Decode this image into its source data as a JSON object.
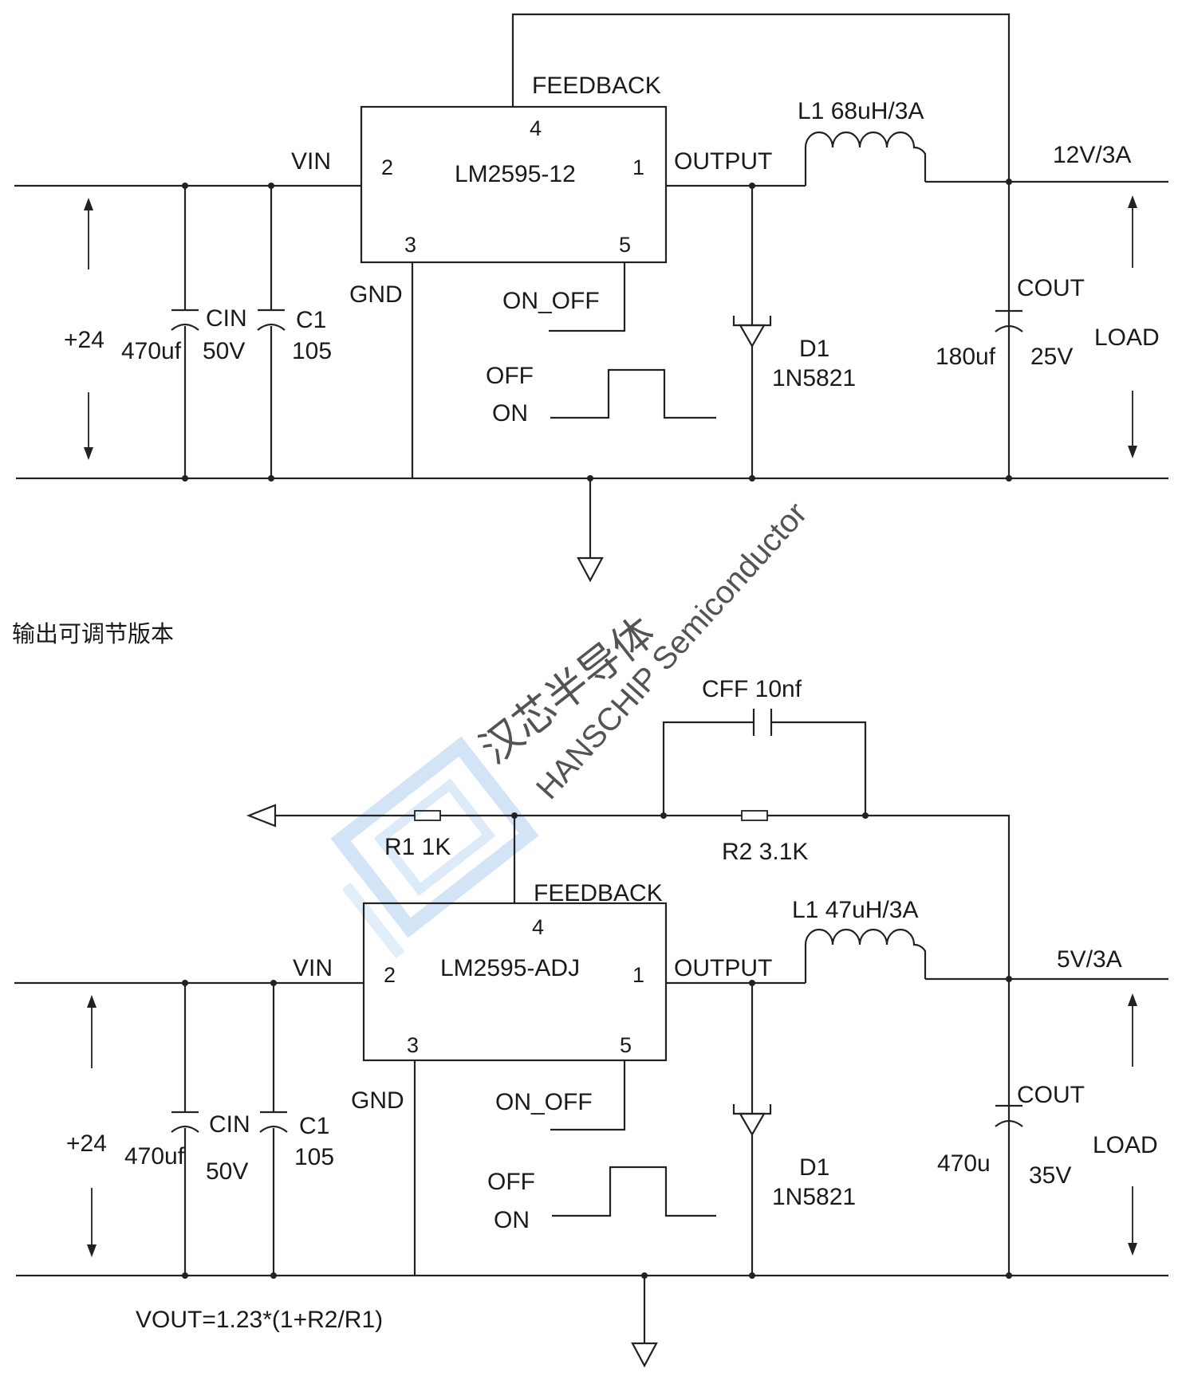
{
  "watermark": {
    "cn": "汉芯半导体",
    "en": "HANSCHIP Semiconductor"
  },
  "circuit1": {
    "chip": "LM2595-12",
    "feedback": "FEEDBACK",
    "vin": "VIN",
    "output": "OUTPUT",
    "gnd": "GND",
    "on_off": "ON_OFF",
    "off": "OFF",
    "on": "ON",
    "pin2": "2",
    "pin4": "4",
    "pin1": "1",
    "pin3": "3",
    "pin5": "5",
    "input_voltage": "+24",
    "cin_name": "CIN",
    "cin_value": "470uf",
    "cin_voltage": "50V",
    "c1_name": "C1",
    "c1_value": "105",
    "inductor": "L1  68uH/3A",
    "out_voltage": "12V/3A",
    "diode_name": "D1",
    "diode_part": "1N5821",
    "cout_name": "COUT",
    "cout_value": "180uf",
    "cout_voltage": "25V",
    "load": "LOAD"
  },
  "section_heading": "输出可调节版本",
  "circuit2": {
    "chip": "LM2595-ADJ",
    "feedback": "FEEDBACK",
    "vin": "VIN",
    "output": "OUTPUT",
    "gnd": "GND",
    "on_off": "ON_OFF",
    "off": "OFF",
    "on": "ON",
    "pin2": "2",
    "pin4": "4",
    "pin1": "1",
    "pin3": "3",
    "pin5": "5",
    "input_voltage": "+24",
    "cin_name": "CIN",
    "cin_value": "470uf",
    "cin_voltage": "50V",
    "c1_name": "C1",
    "c1_value": "105",
    "cff": "CFF  10nf",
    "r1": "R1  1K",
    "r2": "R2  3.1K",
    "inductor": "L1  47uH/3A",
    "out_voltage": "5V/3A",
    "diode_name": "D1",
    "diode_part": "1N5821",
    "cout_name": "COUT",
    "cout_value": "470u",
    "cout_voltage": "35V",
    "load": "LOAD",
    "formula": "VOUT=1.23*(1+R2/R1)"
  }
}
